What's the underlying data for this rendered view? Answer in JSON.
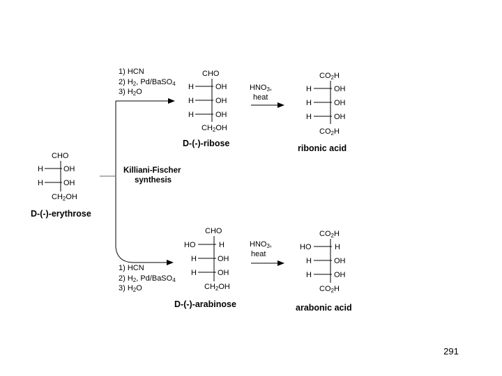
{
  "page_number": "291",
  "erythrose": {
    "name": "D-(-)-erythrose",
    "top": "CHO",
    "rows": [
      [
        "H",
        "OH"
      ],
      [
        "H",
        "OH"
      ]
    ],
    "bottom": [
      "CH",
      "2",
      "OH"
    ]
  },
  "kiliani_fischer": {
    "line1": "Killiani-Fischer",
    "line2": "synthesis"
  },
  "reagents_upper": [
    {
      "parts": [
        "1) HCN"
      ]
    },
    {
      "parts": [
        "2) H",
        "2",
        ", Pd/BaSO",
        "4"
      ]
    },
    {
      "parts": [
        "3) H",
        "2",
        "O"
      ]
    }
  ],
  "reagents_lower": [
    {
      "parts": [
        "1) HCN"
      ]
    },
    {
      "parts": [
        "2) H",
        "2",
        ", Pd/BaSO",
        "4"
      ]
    },
    {
      "parts": [
        "3) H",
        "2",
        "O"
      ]
    }
  ],
  "ribose": {
    "name": "D-(-)-ribose",
    "top": "CHO",
    "rows": [
      [
        "H",
        "OH"
      ],
      [
        "H",
        "OH"
      ],
      [
        "H",
        "OH"
      ]
    ],
    "bottom": [
      "CH",
      "2",
      "OH"
    ]
  },
  "arabinose": {
    "name": "D-(-)-arabinose",
    "top": "CHO",
    "rows": [
      [
        "HO",
        "H"
      ],
      [
        "H",
        "OH"
      ],
      [
        "H",
        "OH"
      ]
    ],
    "bottom": [
      "CH",
      "2",
      "OH"
    ]
  },
  "oxidation_upper": {
    "line1": [
      "HNO",
      "3",
      ","
    ],
    "line2": "heat"
  },
  "oxidation_lower": {
    "line1": [
      "HNO",
      "3",
      ","
    ],
    "line2": "heat"
  },
  "ribonic_acid": {
    "name": "ribonic acid",
    "top": [
      "CO",
      "2",
      "H"
    ],
    "rows": [
      [
        "H",
        "OH"
      ],
      [
        "H",
        "OH"
      ],
      [
        "H",
        "OH"
      ]
    ],
    "bottom": [
      "CO",
      "2",
      "H"
    ]
  },
  "arabonic_acid": {
    "name": "arabonic acid",
    "top": [
      "CO",
      "2",
      "H"
    ],
    "rows": [
      [
        "HO",
        "H"
      ],
      [
        "H",
        "OH"
      ],
      [
        "H",
        "OH"
      ]
    ],
    "bottom": [
      "CO",
      "2",
      "H"
    ]
  }
}
